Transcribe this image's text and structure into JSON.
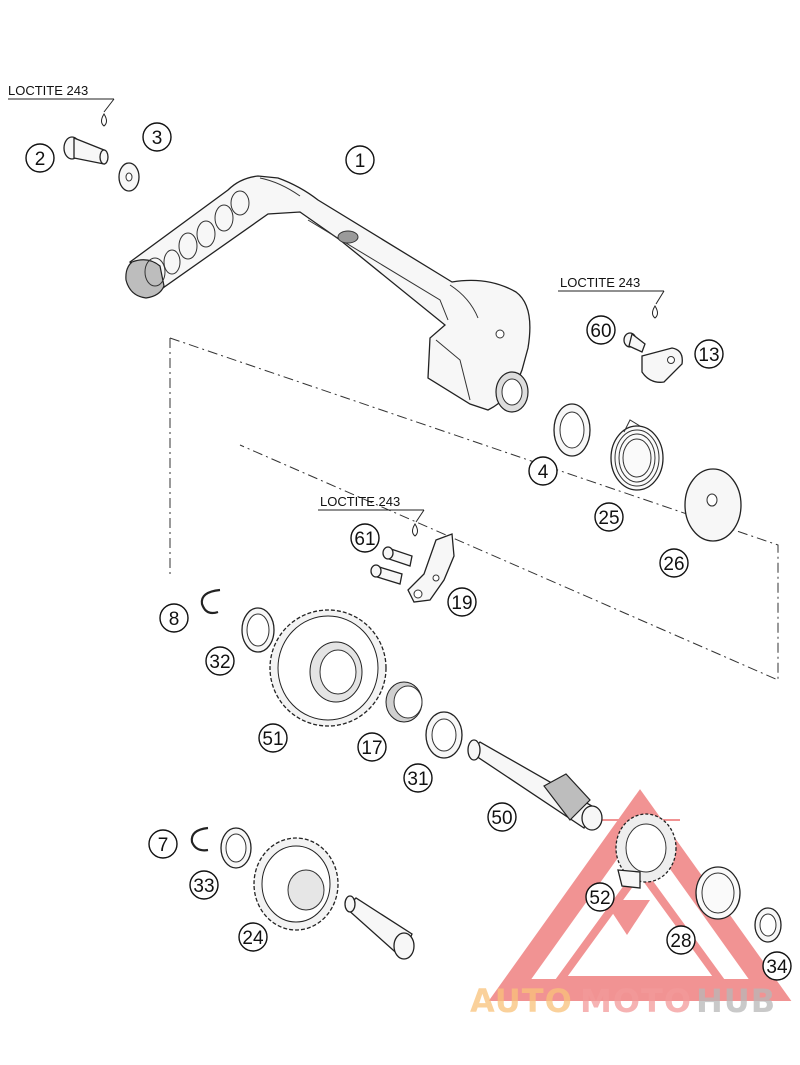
{
  "diagram": {
    "loctite_notes": [
      "LOCTITE 243",
      "LOCTITE 243",
      "LOCTITE 243"
    ],
    "part_numbers": [
      "1",
      "2",
      "3",
      "60",
      "13",
      "4",
      "25",
      "26",
      "61",
      "19",
      "8",
      "32",
      "51",
      "17",
      "31",
      "50",
      "7",
      "33",
      "24",
      "52",
      "28",
      "34"
    ]
  },
  "watermark": {
    "word_1": "AUTO",
    "word_2": "MOTO",
    "word_3": "HUB",
    "color_1": "#f9c27a",
    "color_2": "#f39a9a",
    "color_3": "#b8b8b8",
    "triangle_color": "#e63b3b"
  }
}
